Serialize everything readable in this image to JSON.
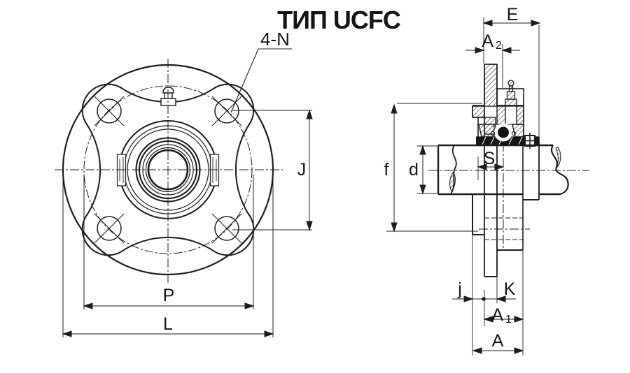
{
  "title": "ТИП UCFC",
  "front_view": {
    "bolt_note": "4-N",
    "dims": {
      "J": "J",
      "P": "P",
      "L": "L"
    }
  },
  "side_view": {
    "dims": {
      "E": "E",
      "A2": {
        "base": "A",
        "sub": "2"
      },
      "f": "f",
      "d": "d",
      "S": "S",
      "j": "j",
      "K": "K",
      "A1": {
        "base": "A",
        "sub": "1"
      },
      "A": "A"
    }
  },
  "colors": {
    "line": "#1c1c1c",
    "background": "#ffffff"
  }
}
